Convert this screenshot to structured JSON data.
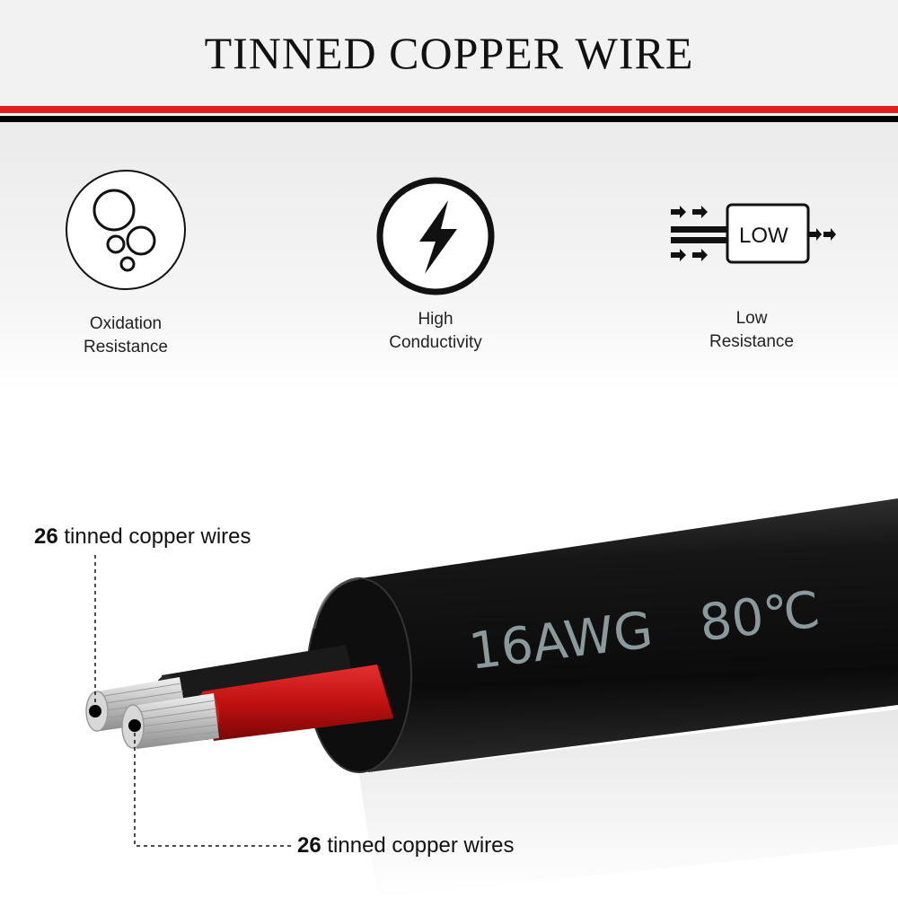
{
  "header": {
    "title": "TINNED COPPER WIRE"
  },
  "colors": {
    "accent_red": "#e01e1e",
    "stripe_black": "#000000",
    "cable_black": "#111111",
    "cable_text": "#8a9a9c"
  },
  "features": [
    {
      "icon": "bubbles-icon",
      "line1": "Oxidation",
      "line2": "Resistance"
    },
    {
      "icon": "lightning-bolt-icon",
      "line1": "High",
      "line2": "Conductivity"
    },
    {
      "icon": "low-resistance-arrows-icon",
      "badge": "LOW",
      "line1": "Low",
      "line2": "Resistance"
    }
  ],
  "cable": {
    "printed_text": "16AWG   80℃"
  },
  "callouts": [
    {
      "count": "26",
      "text": "tinned copper wires"
    },
    {
      "count": "26",
      "text": "tinned copper wires"
    }
  ]
}
